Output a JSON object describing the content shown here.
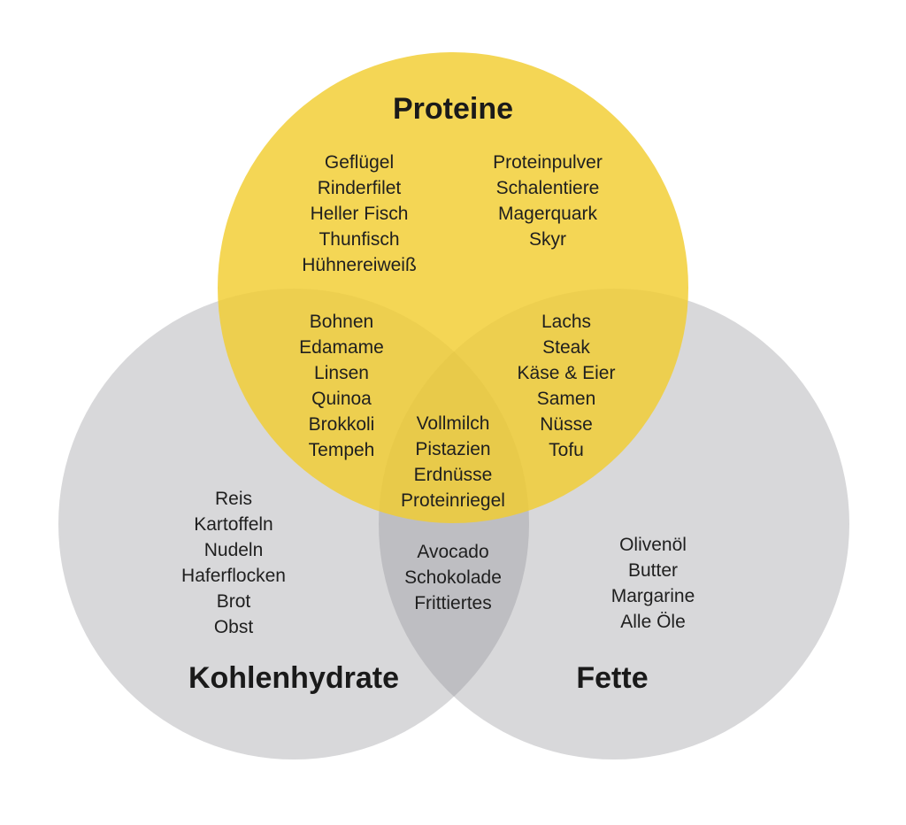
{
  "colors": {
    "proteine": "#f5d54a",
    "kohlenhydrate": "#d8d8db",
    "fette": "#d8d8db",
    "text": "#1f1f1f"
  },
  "titles": {
    "proteine": "Proteine",
    "kohlenhydrate": "Kohlenhydrate",
    "fette": "Fette"
  },
  "regions": {
    "proteine_left": [
      "Geflügel",
      "Rinderfilet",
      "Heller Fisch",
      "Thunfisch",
      "Hühnereiweiß"
    ],
    "proteine_right": [
      "Proteinpulver",
      "Schalentiere",
      "Magerquark",
      "Skyr"
    ],
    "proteine_kohlenhydrate": [
      "Bohnen",
      "Edamame",
      "Linsen",
      "Quinoa",
      "Brokkoli",
      "Tempeh"
    ],
    "proteine_fette": [
      "Lachs",
      "Steak",
      "Käse & Eier",
      "Samen",
      "Nüsse",
      "Tofu"
    ],
    "all_three": [
      "Vollmilch",
      "Pistazien",
      "Erdnüsse",
      "Proteinriegel"
    ],
    "kohlenhydrate_fette": [
      "Avocado",
      "Schokolade",
      "Frittiertes"
    ],
    "kohlenhydrate": [
      "Reis",
      "Kartoffeln",
      "Nudeln",
      "Haferflocken",
      "Brot",
      "Obst"
    ],
    "fette": [
      "Olivenöl",
      "Butter",
      "Margarine",
      "Alle Öle"
    ]
  }
}
